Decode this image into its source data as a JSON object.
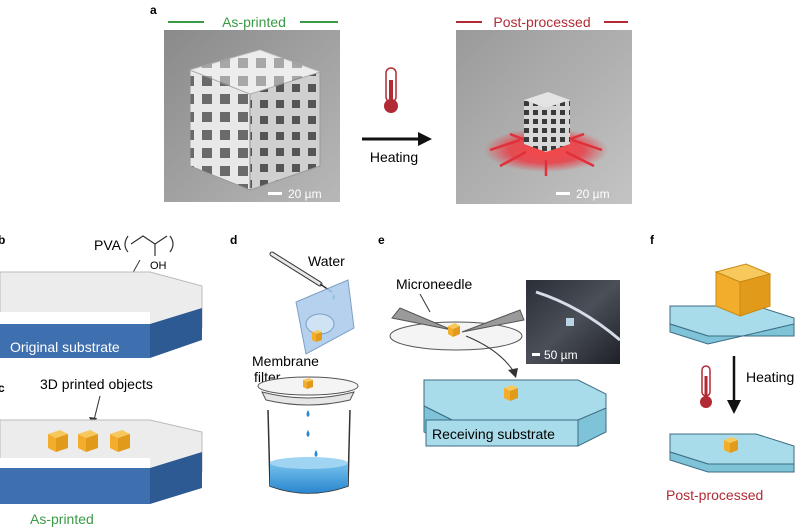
{
  "panel_a": {
    "letter": "a",
    "as_printed_label": "As-printed",
    "post_processed_label": "Post-processed",
    "heating_label": "Heating",
    "scale_left": "20 µm",
    "scale_right": "20 µm"
  },
  "panel_b": {
    "letter": "b",
    "pva_label": "PVA",
    "oh_label": "OH",
    "substrate_label": "Original substrate"
  },
  "panel_c": {
    "letter": "c",
    "objects_label": "3D printed objects",
    "state_label": "As-printed"
  },
  "panel_d": {
    "letter": "d",
    "water_label": "Water",
    "membrane_line1": "Membrane",
    "membrane_line2": "filter"
  },
  "panel_e": {
    "letter": "e",
    "microneedle_label": "Microneedle",
    "scale_label": "50 µm",
    "receiving_label": "Receiving substrate"
  },
  "panel_f": {
    "letter": "f",
    "heating_label": "Heating",
    "state_label": "Post-processed"
  },
  "colors": {
    "green": "#3a9a45",
    "red": "#b22a34",
    "substrate_blue": "#3e6fae",
    "light_blue": "#a9dcea",
    "cube_orange": "#f2ad2c"
  }
}
